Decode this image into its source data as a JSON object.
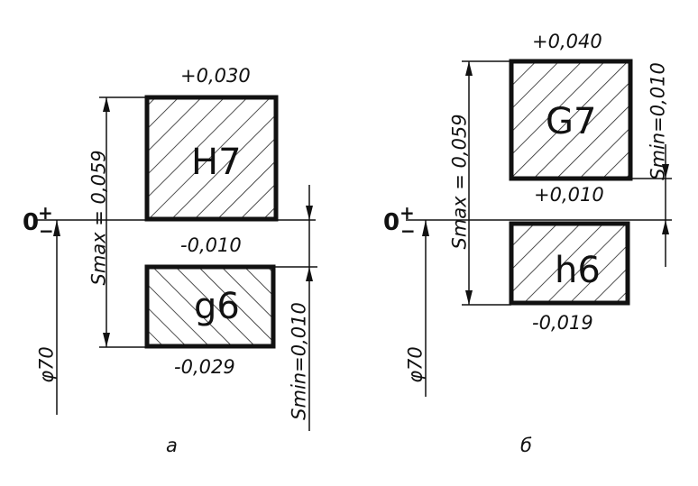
{
  "zero_label": "0",
  "plus_sign": "+",
  "minus_sign": "−",
  "left": {
    "upper_box": "H7",
    "upper_dev": "+0,030",
    "lower_box": "g6",
    "lower_upper_dev": "-0,010",
    "lower_lower_dev": "-0,029",
    "smax_label": "Smax = 0,059",
    "smin_label": "Smin=0,010",
    "diameter": "φ70",
    "caption": "а"
  },
  "right": {
    "upper_box": "G7",
    "upper_dev": "+0,040",
    "upper_lower_dev": "+0,010",
    "lower_box": "h6",
    "lower_dev": "-0,019",
    "smax_label": "Smax = 0,059",
    "smin_label": "Smin=0,010",
    "diameter": "φ70",
    "caption": "б"
  }
}
